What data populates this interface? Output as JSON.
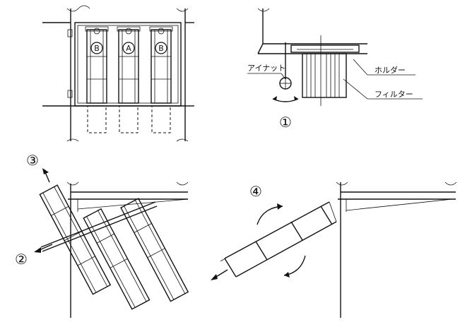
{
  "callouts": {
    "eye_nut": "アイナット",
    "holder": "ホルダー",
    "filter": "フィルター"
  },
  "steps": {
    "step1": "①",
    "step2": "②",
    "step3": "③",
    "step4": "④"
  },
  "badges": {
    "left": "B",
    "center": "A",
    "right": "B"
  }
}
